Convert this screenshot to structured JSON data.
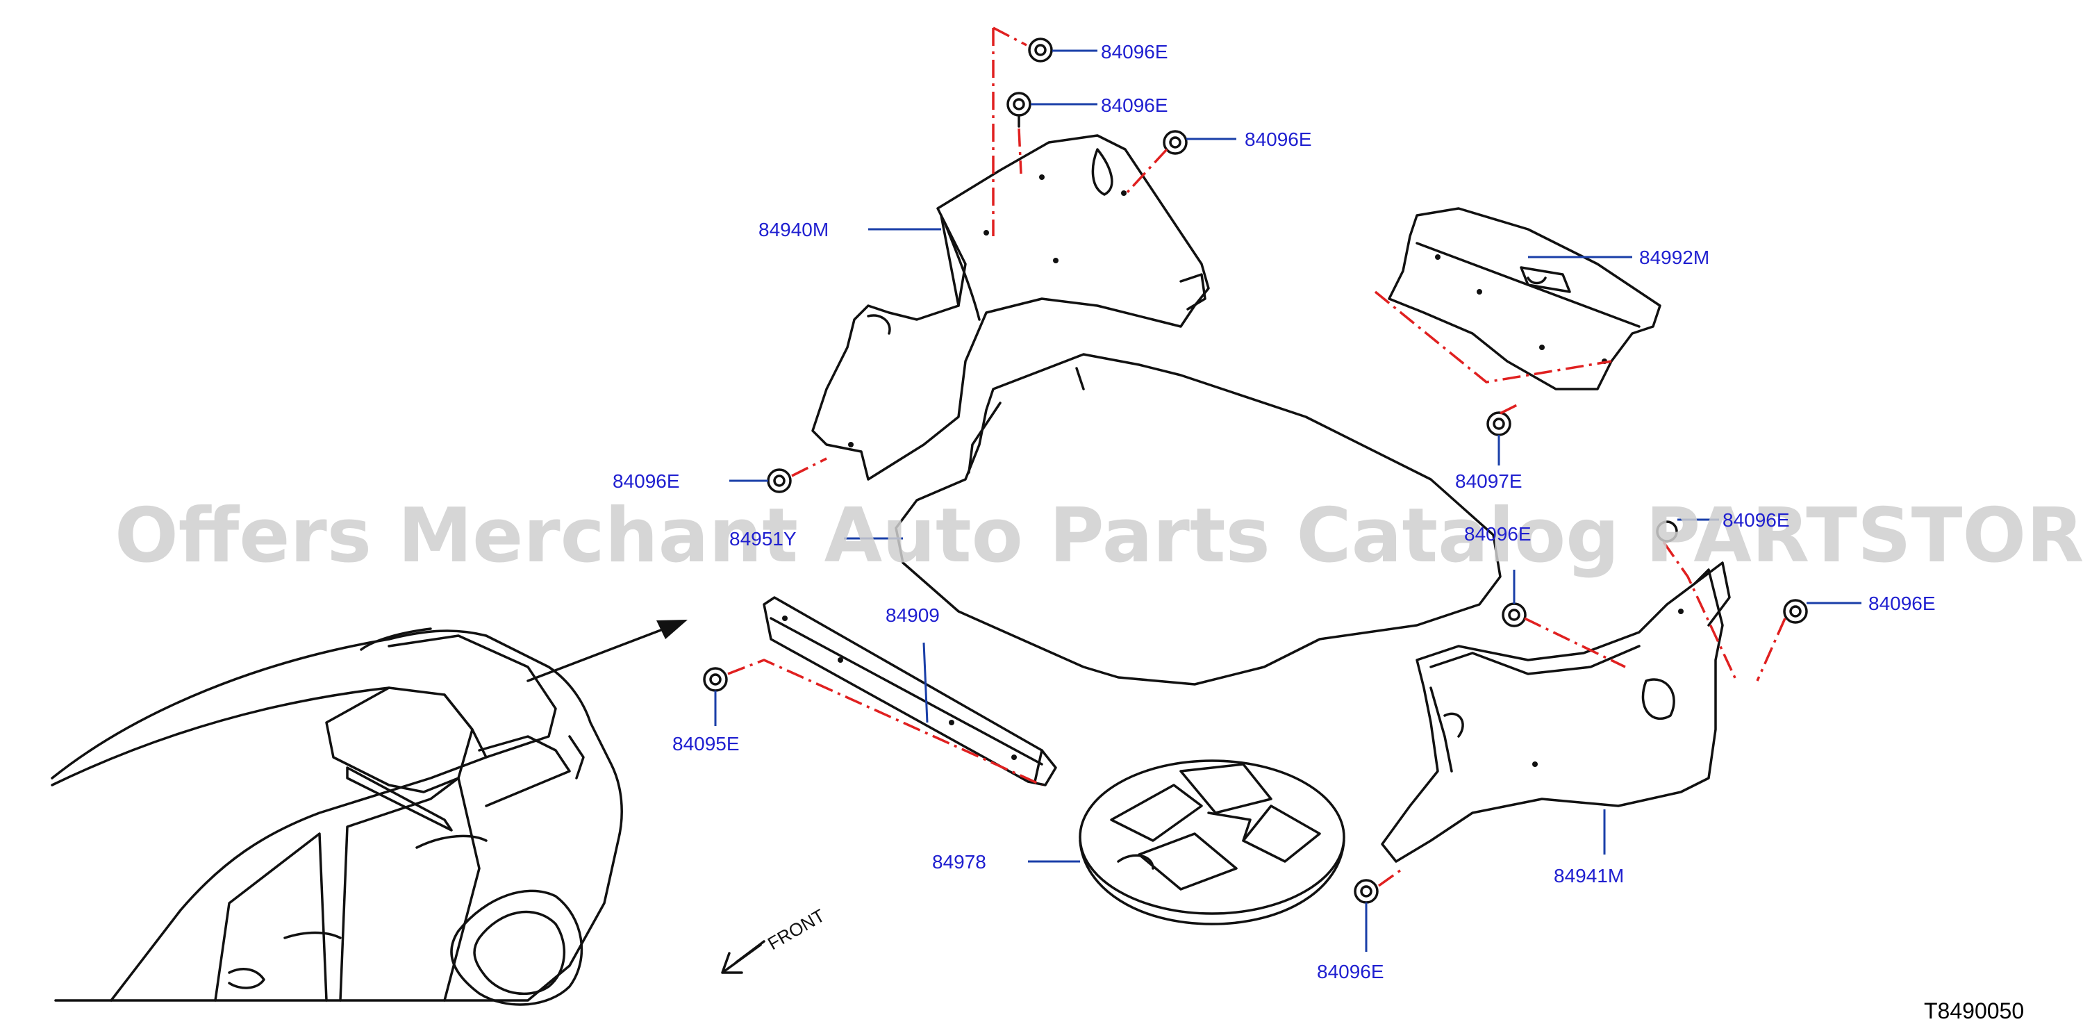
{
  "labels": {
    "clip_84096E_top1": "84096E",
    "clip_84096E_top2": "84096E",
    "clip_84096E_top3": "84096E",
    "trim_84940M": "84940M",
    "panel_84992M": "84992M",
    "clip_84096E_left": "84096E",
    "clip_84097E": "84097E",
    "floor_849_1Y": "84951Y",
    "clip_84096E_mid": "84096E",
    "clip_84096E_right_top": "84096E",
    "clip_84096E_right": "84096E",
    "sill_84909": "84909",
    "clip_84095E": "84095E",
    "spare_84978": "84978",
    "trim_84941M": "84941M",
    "clip_84096E_bottom": "84096E"
  },
  "front_label": "FRONT",
  "diagram_code": "T8490050",
  "watermark": "Offers Merchant Auto Parts Catalog PARTSTORE.SA",
  "colors": {
    "label": "#1f1fd0",
    "leader": "#1a3fa8",
    "dash": "#e02020",
    "line": "#111111",
    "watermark": "#cfcfcf"
  }
}
